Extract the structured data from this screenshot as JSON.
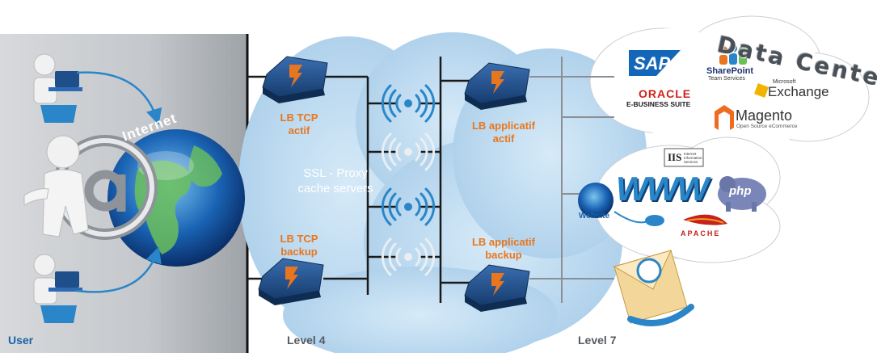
{
  "user_zone": {
    "label": "User",
    "internet_label": "Internet"
  },
  "levels": {
    "level4": "Level 4",
    "level7": "Level 7"
  },
  "load_balancers": {
    "tcp_active": [
      "LB TCP",
      "actif"
    ],
    "tcp_backup": [
      "LB TCP",
      "backup"
    ],
    "app_active": [
      "LB applicatif",
      "actif"
    ],
    "app_backup": [
      "LB applicatif",
      "backup"
    ]
  },
  "proxy": {
    "lines": [
      "SSL - Proxy",
      "cache servers"
    ]
  },
  "datacenter": {
    "title": "Data Center",
    "apps": {
      "sap": "SAP",
      "sharepoint": "SharePoint",
      "sharepoint_sub": "Team Services",
      "oracle": "ORACLE",
      "oracle_sub": "E-BUSINESS SUITE",
      "exchange_top": "Microsoft",
      "exchange": "Exchange",
      "magento": "Magento",
      "magento_sub": "Open Source eCommerce"
    },
    "web": {
      "iis": "IIS",
      "iis_sub": "Internet Information Services",
      "www": "WWW",
      "website": "Website",
      "php": "php",
      "apache": "APACHE"
    }
  },
  "colors": {
    "accent_orange": "#e8761e",
    "lb_blue": "#1f4f8a",
    "cloud_blue": "#bcd9f0",
    "wifi_blue": "#2a86c8",
    "level_grey": "#555b61",
    "user_blue": "#1d63a6"
  }
}
